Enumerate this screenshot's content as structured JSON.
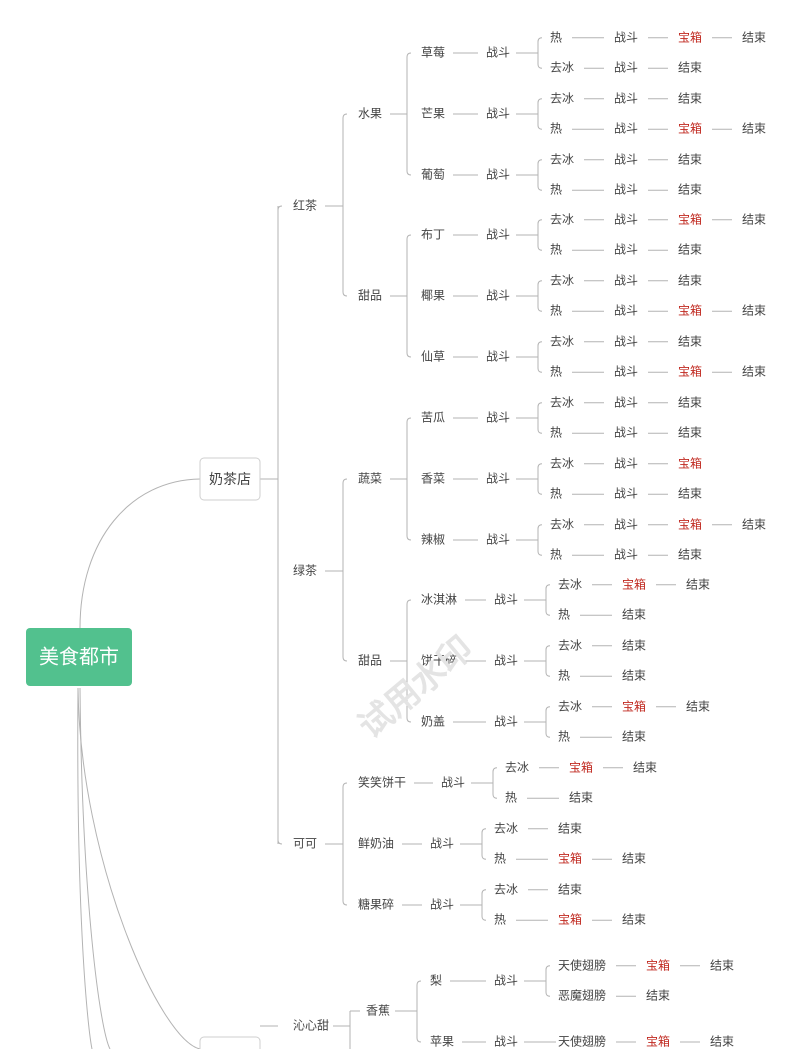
{
  "root": "美食都市",
  "watermark": "试用水印",
  "colors": {
    "root_fill": "#52c18e",
    "highlight_text": "#c0281f",
    "line": "#b3b3b3",
    "text": "#444444"
  },
  "tree": {
    "label": "奶茶店",
    "children": [
      {
        "label": "红茶",
        "children": [
          {
            "label": "水果",
            "children": [
              {
                "label": "草莓",
                "fight": "战斗",
                "branches": [
                  [
                    "热",
                    "战斗",
                    "宝箱",
                    "结束"
                  ],
                  [
                    "去冰",
                    "战斗",
                    "结束"
                  ]
                ]
              },
              {
                "label": "芒果",
                "fight": "战斗",
                "branches": [
                  [
                    "去冰",
                    "战斗",
                    "结束"
                  ],
                  [
                    "热",
                    "战斗",
                    "宝箱",
                    "结束"
                  ]
                ]
              },
              {
                "label": "葡萄",
                "fight": "战斗",
                "branches": [
                  [
                    "去冰",
                    "战斗",
                    "结束"
                  ],
                  [
                    "热",
                    "战斗",
                    "结束"
                  ]
                ]
              }
            ]
          },
          {
            "label": "甜品",
            "children": [
              {
                "label": "布丁",
                "fight": "战斗",
                "branches": [
                  [
                    "去冰",
                    "战斗",
                    "宝箱",
                    "结束"
                  ],
                  [
                    "热",
                    "战斗",
                    "结束"
                  ]
                ]
              },
              {
                "label": "椰果",
                "fight": "战斗",
                "branches": [
                  [
                    "去冰",
                    "战斗",
                    "结束"
                  ],
                  [
                    "热",
                    "战斗",
                    "宝箱",
                    "结束"
                  ]
                ]
              },
              {
                "label": "仙草",
                "fight": "战斗",
                "branches": [
                  [
                    "去冰",
                    "战斗",
                    "结束"
                  ],
                  [
                    "热",
                    "战斗",
                    "宝箱",
                    "结束"
                  ]
                ]
              }
            ]
          }
        ]
      },
      {
        "label": "绿茶",
        "children": [
          {
            "label": "蔬菜",
            "children": [
              {
                "label": "苦瓜",
                "fight": "战斗",
                "branches": [
                  [
                    "去冰",
                    "战斗",
                    "结束"
                  ],
                  [
                    "热",
                    "战斗",
                    "结束"
                  ]
                ]
              },
              {
                "label": "香菜",
                "fight": "战斗",
                "branches": [
                  [
                    "去冰",
                    "战斗",
                    "宝箱"
                  ],
                  [
                    "热",
                    "战斗",
                    "结束"
                  ]
                ]
              },
              {
                "label": "辣椒",
                "fight": "战斗",
                "branches": [
                  [
                    "去冰",
                    "战斗",
                    "宝箱",
                    "结束"
                  ],
                  [
                    "热",
                    "战斗",
                    "结束"
                  ]
                ]
              }
            ]
          },
          {
            "label": "甜品",
            "children": [
              {
                "label": "冰淇淋",
                "fight": "战斗",
                "branches": [
                  [
                    "去冰",
                    "宝箱",
                    "结束"
                  ],
                  [
                    "热",
                    "结束"
                  ]
                ]
              },
              {
                "label": "饼干碎",
                "fight": "战斗",
                "branches": [
                  [
                    "去冰",
                    "结束"
                  ],
                  [
                    "热",
                    "结束"
                  ]
                ]
              },
              {
                "label": "奶盖",
                "fight": "战斗",
                "branches": [
                  [
                    "去冰",
                    "宝箱",
                    "结束"
                  ],
                  [
                    "热",
                    "结束"
                  ]
                ]
              }
            ]
          }
        ]
      },
      {
        "label": "可可",
        "children": [
          {
            "label": "笑笑饼干",
            "fight": "战斗",
            "branches": [
              [
                "去冰",
                "宝箱",
                "结束"
              ],
              [
                "热",
                "结束"
              ]
            ]
          },
          {
            "label": "鲜奶油",
            "fight": "战斗",
            "branches": [
              [
                "去冰",
                "结束"
              ],
              [
                "热",
                "宝箱",
                "结束"
              ]
            ]
          },
          {
            "label": "糖果碎",
            "fight": "战斗",
            "branches": [
              [
                "去冰",
                "结束"
              ],
              [
                "热",
                "宝箱",
                "结束"
              ]
            ]
          }
        ]
      }
    ]
  },
  "tree2": {
    "label": "沁心甜",
    "children": [
      {
        "label": "香蕉",
        "children": [
          {
            "label": "梨",
            "fight": "战斗",
            "branches": [
              [
                "天使翅膀",
                "宝箱",
                "结束"
              ],
              [
                "恶魔翅膀",
                "结束"
              ]
            ]
          },
          {
            "label": "苹果",
            "fight": "战斗",
            "branches": [
              [
                "天使翅膀",
                "宝箱",
                "结束"
              ]
            ]
          }
        ]
      }
    ]
  }
}
